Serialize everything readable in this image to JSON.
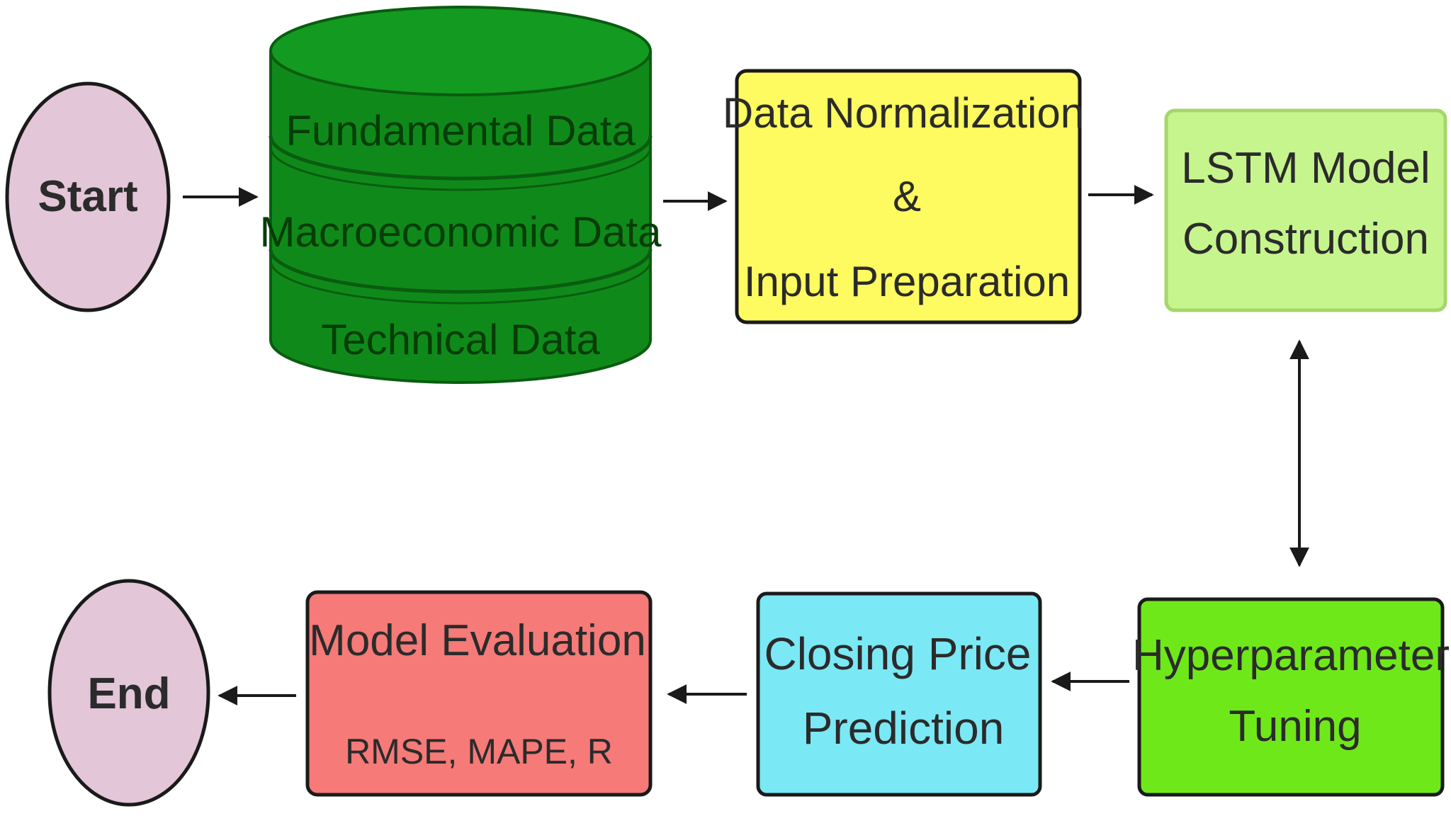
{
  "nodes": {
    "start": {
      "label": "Start",
      "fill": "#e3c6d8"
    },
    "datastore": {
      "layers": [
        "Fundamental Data",
        "Macroeconomic Data",
        "Technical Data"
      ],
      "fill": "#0f8a1a",
      "text_color": "#063d08"
    },
    "normalization": {
      "line1": "Data Normalization",
      "line2": "&",
      "line3": "Input Preparation",
      "fill": "#fdfb5f"
    },
    "lstm": {
      "line1": "LSTM Model",
      "line2": "Construction",
      "fill": "#c6f58e"
    },
    "tuning": {
      "line1": "Hyperparameter",
      "line2": "Tuning",
      "fill": "#6fe81a"
    },
    "prediction": {
      "line1": "Closing Price",
      "line2": "Prediction",
      "fill": "#7be8f5"
    },
    "evaluation": {
      "title": "Model Evaluation",
      "metrics": "RMSE, MAPE, R",
      "fill": "#f57a78"
    },
    "end": {
      "label": "End",
      "fill": "#e3c6d8"
    }
  },
  "colors": {
    "stroke": "#1a1a1a",
    "arrow": "#1a1a1a"
  }
}
